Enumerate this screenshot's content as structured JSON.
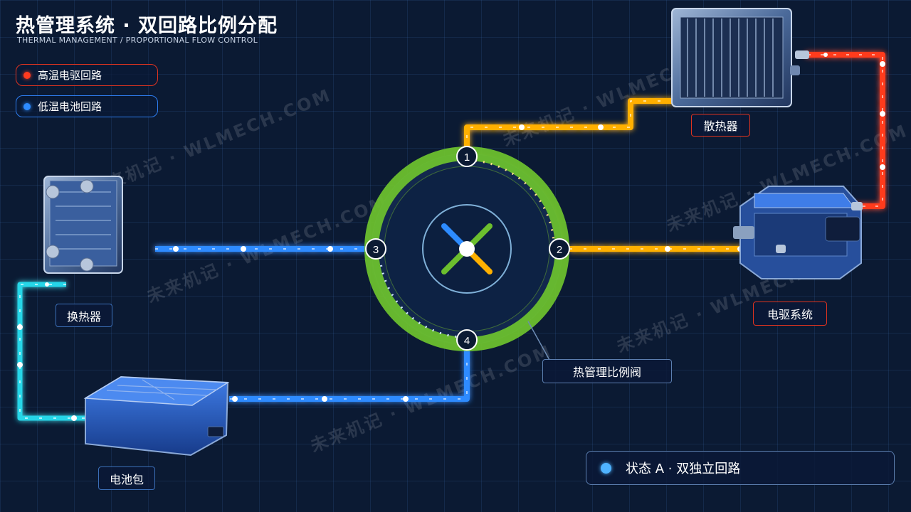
{
  "header": {
    "title": "热管理系统 · 双回路比例分配",
    "subtitle": "THERMAL MANAGEMENT / PROPORTIONAL FLOW CONTROL"
  },
  "legend": {
    "high_temp": "高温电驱回路",
    "low_temp": "低温电池回路"
  },
  "components": {
    "radiator": "散热器",
    "motor_drive": "电驱系统",
    "heat_exchanger": "换热器",
    "battery": "电池包",
    "valve": "热管理比例阀"
  },
  "ports": [
    "1",
    "2",
    "3",
    "4"
  ],
  "status": {
    "text": "状态 A · 双独立回路"
  },
  "watermark": {
    "text": "未来机记 · WLMECH.COM"
  },
  "colors": {
    "high_loop": "#ff3b1f",
    "orange_loop": "#ffb000",
    "blue_loop": "#2d8bff",
    "cyan_loop": "#27d6e8",
    "valve_ring": "#6cbf2e",
    "background": "#0b1a33"
  }
}
